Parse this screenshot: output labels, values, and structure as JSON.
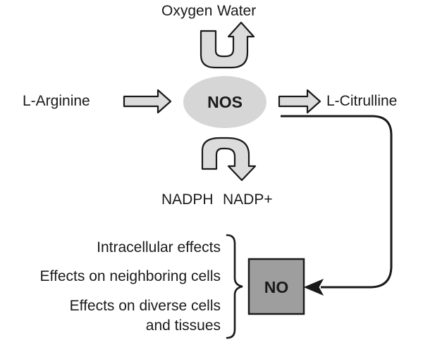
{
  "diagram": {
    "enzyme": "NOS",
    "substrate": "L-Arginine",
    "product": "L-Citrulline",
    "cofactor_in": "Oxygen",
    "cofactor_out": "Water",
    "reductant_in": "NADPH",
    "reductant_out": "NADP+",
    "output": "NO",
    "effects": [
      "Intracellular effects",
      "Effects on neighboring cells",
      "Effects on diverse cells",
      "and tissues"
    ],
    "colors": {
      "arrow_fill": "#dcdcdc",
      "enzyme_fill": "#d6d6d6",
      "no_box_fill": "#9e9e9e",
      "stroke": "#1a1a1a"
    }
  }
}
